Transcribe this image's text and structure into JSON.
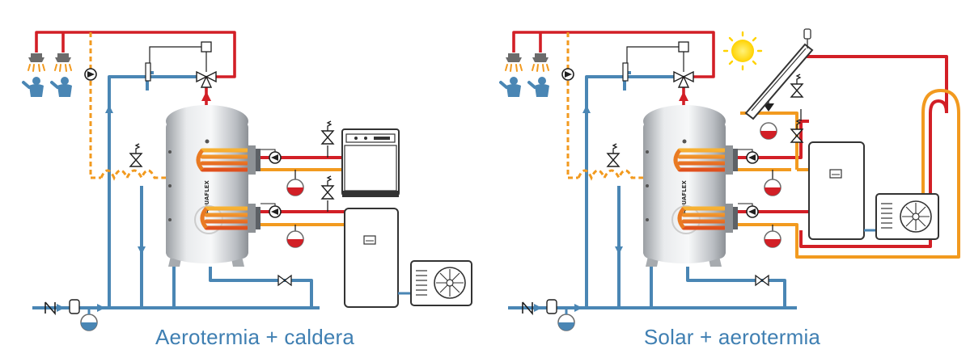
{
  "captions": {
    "left": "Aerotermia + caldera",
    "right": "Solar + aerotermia"
  },
  "tank_brand": "AQUAFLEX",
  "colors": {
    "hot_water": "#d21f26",
    "cold_water": "#4a86b4",
    "heating_circuit": "#f29a1f",
    "caption": "#3f7fb2",
    "pump_body": "#ffffff",
    "expansion_vessel": "#d21f26",
    "sun": "#ffd200"
  },
  "icons": [
    "shower-icon",
    "person-icon",
    "pump-icon",
    "three-way-valve-icon",
    "safety-valve-icon",
    "check-valve-icon",
    "gate-valve-icon",
    "expansion-vessel-icon",
    "boiler-icon",
    "heat-pump-indoor-icon",
    "heat-pump-outdoor-icon",
    "fan-icon",
    "solar-collector-icon",
    "sun-icon"
  ]
}
